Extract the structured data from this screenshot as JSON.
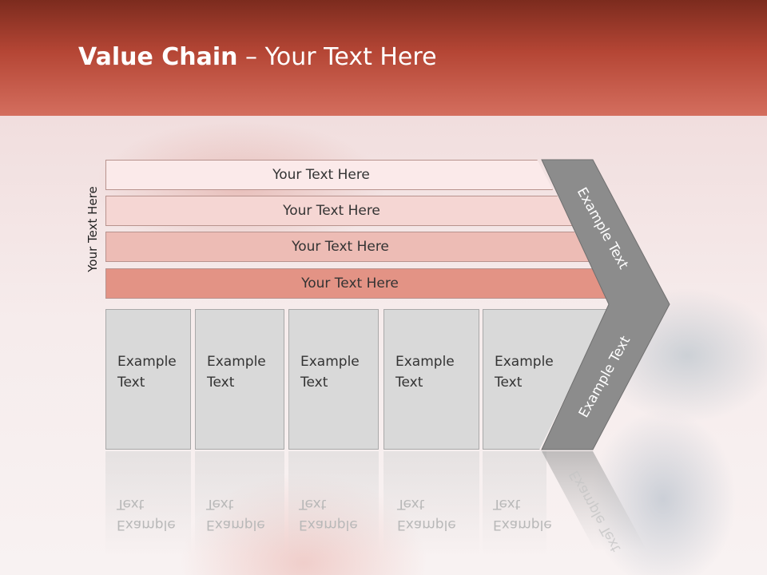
{
  "slide": {
    "title_bold": "Value Chain",
    "title_rest": " – Your Text Here",
    "vertical_label": "Your Text Here",
    "bars": [
      {
        "label": "Your Text Here"
      },
      {
        "label": "Your Text Here"
      },
      {
        "label": "Your Text Here"
      },
      {
        "label": "Your Text Here"
      }
    ],
    "boxes": [
      {
        "line1": "Example",
        "line2": "Text"
      },
      {
        "line1": "Example",
        "line2": "Text"
      },
      {
        "line1": "Example",
        "line2": "Text"
      },
      {
        "line1": "Example",
        "line2": "Text"
      },
      {
        "line1": "Example",
        "line2": "Text"
      }
    ],
    "chevron_top": "Example Text",
    "chevron_bottom": "Example Text"
  },
  "colors": {
    "header": "#b54635",
    "chevron": "#8c8c8c"
  }
}
